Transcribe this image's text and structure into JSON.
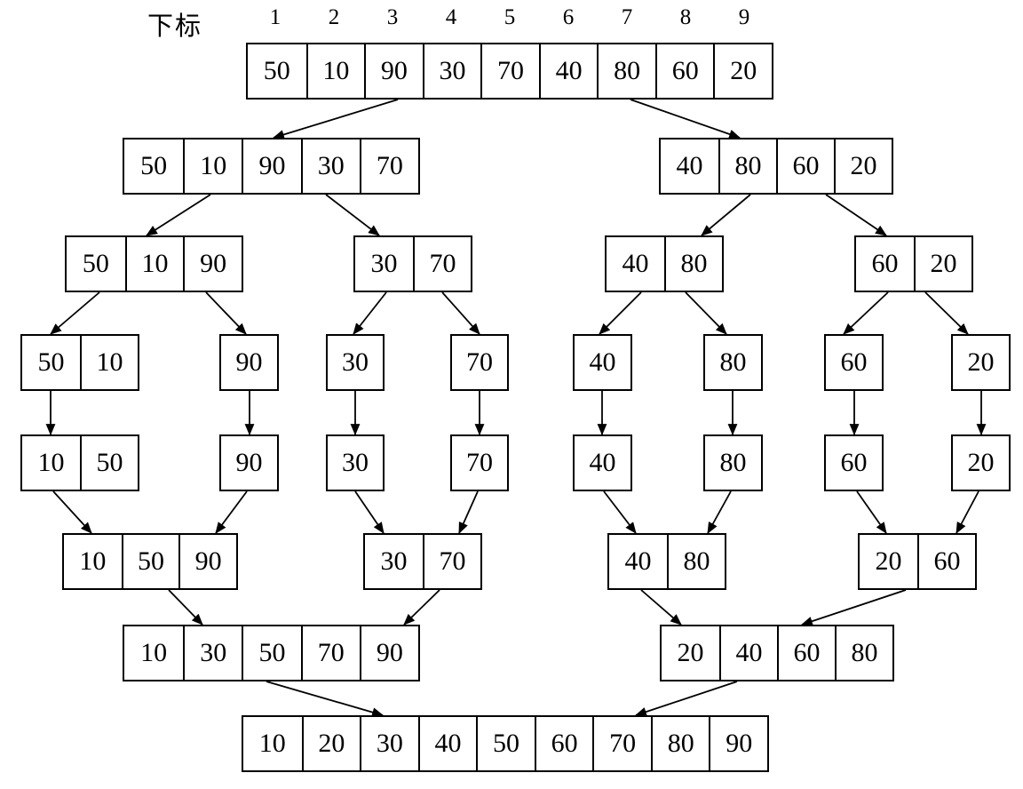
{
  "diagram": {
    "label": "下标",
    "indices": [
      "1",
      "2",
      "3",
      "4",
      "5",
      "6",
      "7",
      "8",
      "9"
    ],
    "nodes": [
      {
        "id": "n1",
        "values": [
          "50",
          "10",
          "90",
          "30",
          "70",
          "40",
          "80",
          "60",
          "20"
        ]
      },
      {
        "id": "n2",
        "values": [
          "50",
          "10",
          "90",
          "30",
          "70"
        ]
      },
      {
        "id": "n3",
        "values": [
          "40",
          "80",
          "60",
          "20"
        ]
      },
      {
        "id": "n4",
        "values": [
          "50",
          "10",
          "90"
        ]
      },
      {
        "id": "n5",
        "values": [
          "30",
          "70"
        ]
      },
      {
        "id": "n6",
        "values": [
          "40",
          "80"
        ]
      },
      {
        "id": "n7",
        "values": [
          "60",
          "20"
        ]
      },
      {
        "id": "n8",
        "values": [
          "50",
          "10"
        ]
      },
      {
        "id": "n9",
        "values": [
          "90"
        ]
      },
      {
        "id": "n10",
        "values": [
          "30"
        ]
      },
      {
        "id": "n11",
        "values": [
          "70"
        ]
      },
      {
        "id": "n12",
        "values": [
          "40"
        ]
      },
      {
        "id": "n13",
        "values": [
          "80"
        ]
      },
      {
        "id": "n14",
        "values": [
          "60"
        ]
      },
      {
        "id": "n15",
        "values": [
          "20"
        ]
      },
      {
        "id": "n16",
        "values": [
          "10",
          "50"
        ]
      },
      {
        "id": "n17",
        "values": [
          "90"
        ]
      },
      {
        "id": "n18",
        "values": [
          "30"
        ]
      },
      {
        "id": "n19",
        "values": [
          "70"
        ]
      },
      {
        "id": "n20",
        "values": [
          "40"
        ]
      },
      {
        "id": "n21",
        "values": [
          "80"
        ]
      },
      {
        "id": "n22",
        "values": [
          "60"
        ]
      },
      {
        "id": "n23",
        "values": [
          "20"
        ]
      },
      {
        "id": "n24",
        "values": [
          "10",
          "50",
          "90"
        ]
      },
      {
        "id": "n25",
        "values": [
          "30",
          "70"
        ]
      },
      {
        "id": "n26",
        "values": [
          "40",
          "80"
        ]
      },
      {
        "id": "n27",
        "values": [
          "20",
          "60"
        ]
      },
      {
        "id": "n28",
        "values": [
          "10",
          "30",
          "50",
          "70",
          "90"
        ]
      },
      {
        "id": "n29",
        "values": [
          "20",
          "40",
          "60",
          "80"
        ]
      },
      {
        "id": "n30",
        "values": [
          "10",
          "20",
          "30",
          "40",
          "50",
          "60",
          "70",
          "80",
          "90"
        ]
      }
    ],
    "edges": [
      [
        "n1",
        "n2"
      ],
      [
        "n1",
        "n3"
      ],
      [
        "n2",
        "n4"
      ],
      [
        "n2",
        "n5"
      ],
      [
        "n3",
        "n6"
      ],
      [
        "n3",
        "n7"
      ],
      [
        "n4",
        "n8"
      ],
      [
        "n4",
        "n9"
      ],
      [
        "n5",
        "n10"
      ],
      [
        "n5",
        "n11"
      ],
      [
        "n6",
        "n12"
      ],
      [
        "n6",
        "n13"
      ],
      [
        "n7",
        "n14"
      ],
      [
        "n7",
        "n15"
      ],
      [
        "n8",
        "n16"
      ],
      [
        "n9",
        "n17"
      ],
      [
        "n10",
        "n18"
      ],
      [
        "n11",
        "n19"
      ],
      [
        "n12",
        "n20"
      ],
      [
        "n13",
        "n21"
      ],
      [
        "n14",
        "n22"
      ],
      [
        "n15",
        "n23"
      ],
      [
        "n16",
        "n24"
      ],
      [
        "n17",
        "n24"
      ],
      [
        "n18",
        "n25"
      ],
      [
        "n19",
        "n25"
      ],
      [
        "n20",
        "n26"
      ],
      [
        "n21",
        "n26"
      ],
      [
        "n22",
        "n27"
      ],
      [
        "n23",
        "n27"
      ],
      [
        "n24",
        "n28"
      ],
      [
        "n25",
        "n28"
      ],
      [
        "n26",
        "n29"
      ],
      [
        "n27",
        "n29"
      ],
      [
        "n28",
        "n30"
      ],
      [
        "n29",
        "n30"
      ]
    ]
  },
  "colors": {
    "line": "#000000",
    "box_border": "#000000",
    "box_fill": "#ffffff",
    "background": "#ffffff",
    "text": "#000000"
  }
}
